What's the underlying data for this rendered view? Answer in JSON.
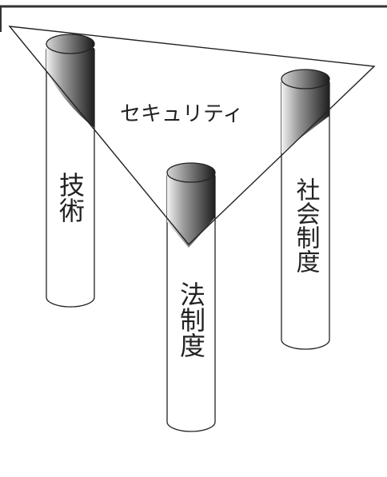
{
  "diagram": {
    "apex_label": "セキュリティ",
    "pillars": [
      {
        "id": "gijutsu",
        "label": "技術"
      },
      {
        "id": "houseido",
        "label": "法制度"
      },
      {
        "id": "shakaiseido",
        "label": "社会制度"
      }
    ]
  },
  "colors": {
    "frame_border": "#333333",
    "outline": "#222222",
    "pillar_body": "#ffffff",
    "cap_dark": "#2a2a2a",
    "cap_light": "#f4f4f4"
  }
}
